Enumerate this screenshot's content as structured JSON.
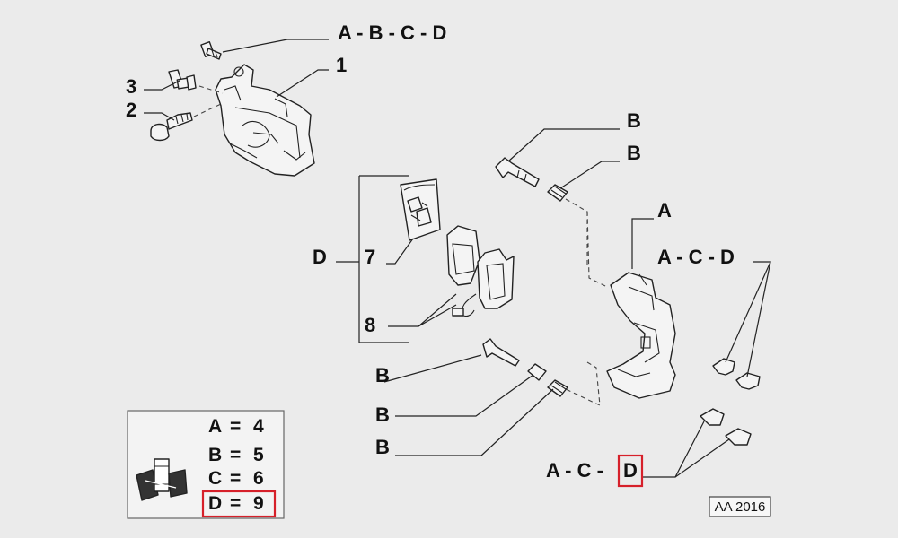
{
  "callouts": {
    "top_abcd": "A - B - C - D",
    "part_1": "1",
    "part_2": "2",
    "part_3": "3",
    "b_pin_upper": "B",
    "b_bush_upper": "B",
    "a_carrier": "A",
    "acd_clips_upper": "A - C - D",
    "d_pad_kit": "D",
    "part_7": "7",
    "part_8": "8",
    "b_lower_1": "B",
    "b_lower_2": "B",
    "b_lower_3": "B",
    "acd_lower_prefix": "A - C -",
    "acd_lower_d": "D"
  },
  "legend": {
    "rows": [
      {
        "letter": "A",
        "eq": "=",
        "value": "4"
      },
      {
        "letter": "B",
        "eq": "=",
        "value": "5"
      },
      {
        "letter": "C",
        "eq": "=",
        "value": "6"
      },
      {
        "letter": "D",
        "eq": "=",
        "value": "9"
      }
    ],
    "highlighted_row": "D"
  },
  "reference_code": "AA 2016",
  "colors": {
    "background": "#ebebeb",
    "line": "#222222",
    "highlight": "#d6202a"
  }
}
